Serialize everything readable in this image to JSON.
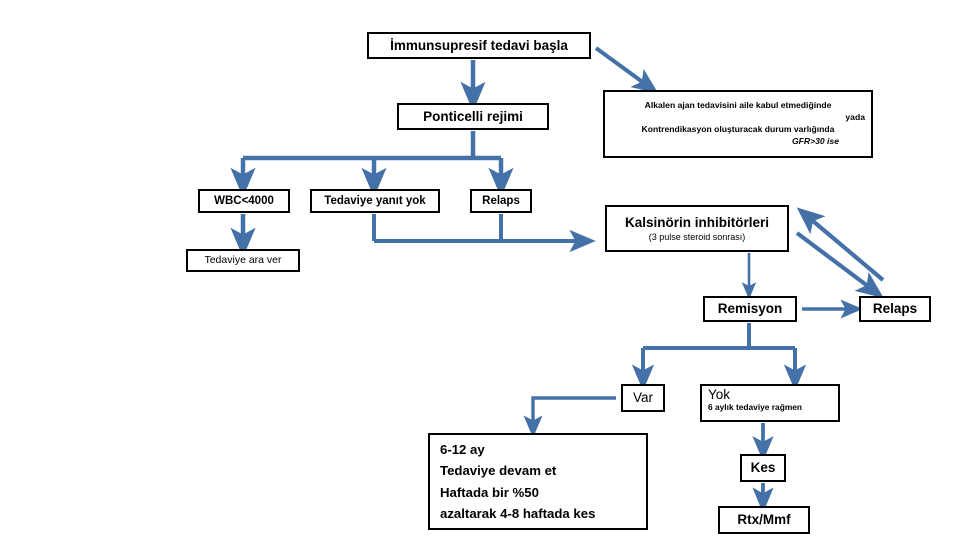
{
  "diagram": {
    "title": "İmmunsupresif tedavi başla",
    "accent_color": "#4472a8",
    "border_color": "#000000",
    "background": "#ffffff"
  },
  "nodes": {
    "title": {
      "label": "İmmunsupresif tedavi başla"
    },
    "ponticelli": {
      "label": "Ponticelli rejimi"
    },
    "alkalen": {
      "line1": "Alkalen ajan tedavisini aile  kabul etmediğinde",
      "line2": "yada",
      "line3": "Kontrendikasyon oluşturacak durum varlığında",
      "line4": "GFR>30 ise"
    },
    "wbc": {
      "label": "WBC<4000"
    },
    "yanit": {
      "label": "Tedaviye yanıt yok"
    },
    "relaps1": {
      "label": "Relaps"
    },
    "kalsinorin": {
      "label": "Kalsinörin inhibitörleri",
      "sublabel": "(3 pulse steroid sonrası)"
    },
    "araver": {
      "label": "Tedaviye ara ver"
    },
    "remisyon": {
      "label": "Remisyon"
    },
    "relaps2": {
      "label": "Relaps"
    },
    "var": {
      "label": "Var"
    },
    "yok": {
      "label": "Yok",
      "sublabel": "6 aylık tedaviye rağmen"
    },
    "plan": {
      "line1": "6-12 ay",
      "line2": "Tedaviye devam et",
      "line3": "Haftada bir %50",
      "line4": "azaltarak 4-8 haftada kes"
    },
    "kes": {
      "label": "Kes"
    },
    "rtx": {
      "label": "Rtx/Mmf"
    }
  },
  "edges": [
    {
      "name": "title-to-ponticelli",
      "from": "title",
      "to": "ponticelli"
    },
    {
      "name": "title-to-alkalen",
      "from": "title",
      "to": "alkalen"
    },
    {
      "name": "ponticelli-to-wbc",
      "from": "ponticelli",
      "to": "wbc"
    },
    {
      "name": "ponticelli-to-yanit",
      "from": "ponticelli",
      "to": "yanit"
    },
    {
      "name": "ponticelli-to-relaps1",
      "from": "ponticelli",
      "to": "relaps1"
    },
    {
      "name": "wbc-to-araver",
      "from": "wbc",
      "to": "araver"
    },
    {
      "name": "yanit-relaps1-to-kalsinorin",
      "from": "yanit",
      "to": "kalsinorin"
    },
    {
      "name": "kalsinorin-to-remisyon",
      "from": "kalsinorin",
      "to": "remisyon"
    },
    {
      "name": "remisyon-to-relaps2",
      "from": "remisyon",
      "to": "relaps2"
    },
    {
      "name": "relaps2-to-kalsinorin",
      "from": "relaps2",
      "to": "kalsinorin"
    },
    {
      "name": "kalsinorin-to-relaps2",
      "from": "kalsinorin",
      "to": "relaps2"
    },
    {
      "name": "remisyon-to-var",
      "from": "remisyon",
      "to": "var"
    },
    {
      "name": "remisyon-to-yok",
      "from": "remisyon",
      "to": "yok"
    },
    {
      "name": "var-to-plan",
      "from": "var",
      "to": "plan"
    },
    {
      "name": "yok-to-kes",
      "from": "yok",
      "to": "kes"
    },
    {
      "name": "kes-to-rtx",
      "from": "kes",
      "to": "rtx"
    }
  ]
}
